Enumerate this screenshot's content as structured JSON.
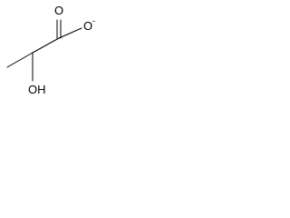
{
  "molecule": {
    "atoms": {
      "carbonyl_oxygen": "O",
      "carboxylate_oxygen": "O",
      "charge": "-",
      "hydroxyl": "OH"
    },
    "colors": {
      "line": "#000000",
      "background": "#ffffff"
    }
  }
}
